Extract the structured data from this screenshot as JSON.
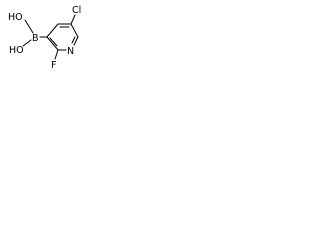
{
  "molecule": {
    "atoms": {
      "hydroxyl_top": "HO",
      "boron": "B",
      "hydroxyl_bottom": "HO",
      "chlorine": "Cl",
      "fluorine": "F",
      "nitrogen": "N"
    },
    "colors": {
      "ink": "#000000",
      "background": "#ffffff"
    }
  }
}
